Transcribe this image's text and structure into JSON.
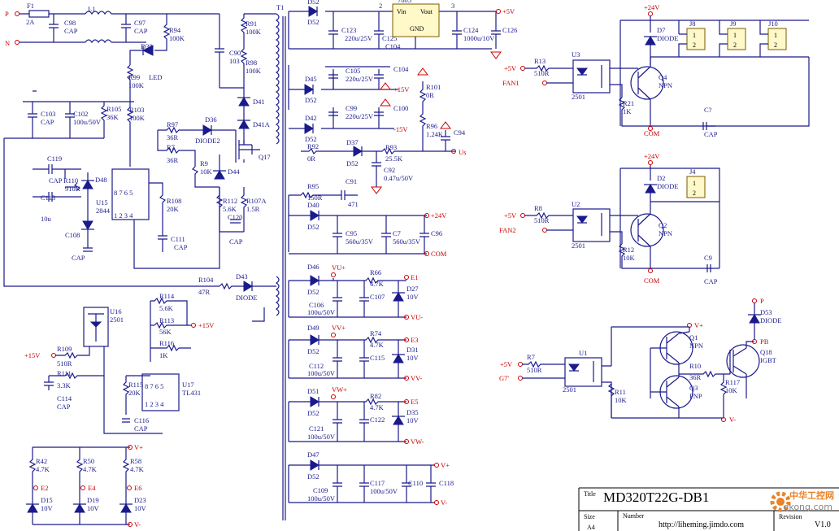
{
  "title_block": {
    "title_label": "Title",
    "title": "MD320T22G-DB1",
    "size_label": "Size",
    "size": "A4",
    "number_label": "Number",
    "number": "http://liheming.jimdo.com",
    "revision_label": "Revision",
    "revision": "V1.0"
  },
  "watermark": {
    "line1": "中华工控网",
    "line2": "gkong.com"
  },
  "left_top": {
    "p": "P",
    "n": "N",
    "f1": "F1",
    "f1v": "2A",
    "l1": "L1",
    "c98": "C98",
    "cap": "CAP",
    "c97": "C97",
    "r94": "R94",
    "r94v": "100K",
    "d38": "D38",
    "led": "LED",
    "r99": "R99",
    "r99v": "100K",
    "c103": "C103",
    "c102": "C102",
    "c102v": "100u/50V",
    "r105": "R105",
    "r105v": "36K",
    "r103": "R103",
    "r103v": "100K",
    "c119": "C119",
    "r110": "R110",
    "r110v": "910K",
    "d48": "D48",
    "c113": "C113",
    "c113v": "10u",
    "u15": "U15",
    "u15v": "2844",
    "c108": "C108",
    "r108": "R108",
    "r108v": "20K",
    "c111": "C111",
    "c90": "C90",
    "c90v": "103",
    "r91": "R91",
    "r91v": "100K",
    "r98": "R98",
    "r98v": "100K",
    "d41": "D41",
    "d41a": "D41A",
    "r97": "R97",
    "r97v": "36R",
    "d36": "D36",
    "diode2": "DIODE2",
    "r7": "R7",
    "r7v": "36R",
    "r9": "R9",
    "r9v": "10K",
    "d44": "D44",
    "q17": "Q17",
    "r112": "R112",
    "r112v": "5.6K",
    "r107a": "R107A",
    "r107av": "1.5R",
    "c120": "C120",
    "t1": "T1",
    "r104": "R104",
    "r104v": "47R",
    "d43": "D43",
    "diode": "DIODE",
    "u16": "U16",
    "u16v": "2501",
    "p15v": "+15V",
    "r109": "R109",
    "r109v": "510R",
    "r111": "R111",
    "r111v": "3.3K",
    "c114": "C114",
    "r114": "R114",
    "r114v": "5.6K",
    "r113": "R113",
    "r113v": "56K",
    "r116": "R116",
    "r116v": "1K",
    "r115": "R115",
    "r115v": "20K",
    "u17": "U17",
    "u17v": "TL431",
    "c116": "C116",
    "r42": "R42",
    "r42v": "4.7K",
    "r50": "R50",
    "r50v": "4.7K",
    "r58": "R58",
    "r58v": "4.7K",
    "e2": "E2",
    "e4": "E4",
    "e6": "E6",
    "vp": "V+",
    "vm": "V-",
    "d15": "D15",
    "d19": "D19",
    "d23": "D23",
    "z10v": "10V"
  },
  "mid": {
    "d52": "D52",
    "d45": "D45",
    "d42": "D42",
    "d37": "D37",
    "c123": "C123",
    "c123v": "220u/25V",
    "c105": "C105",
    "c105v": "220u/25V",
    "c99": "C99",
    "c99v": "220u/25V",
    "c125": "C125",
    "c104": "C104",
    "c100": "C100",
    "reg": "7805",
    "vin": "Vin",
    "vout": "Vout",
    "gnd": "GND",
    "n2": "2",
    "n3": "3",
    "p5v": "+5V",
    "c124": "C124",
    "c124v": "1000u/10V",
    "c126": "C126",
    "p15": "+15V",
    "m15": "-15V",
    "r101": "R101",
    "r101v": "0R",
    "r96": "R96",
    "r96v": "1.24K",
    "c94": "C94",
    "r92": "R92",
    "r92v": "0R",
    "r93": "R93",
    "r93v": "25.5K",
    "c92": "C92",
    "c92v": "0.47u/50V",
    "us": "Us",
    "r95": "R95",
    "r95v": "150R",
    "c91": "C91",
    "c91v": "471",
    "d40": "D40",
    "c95": "C95",
    "c95v": "560u/35V",
    "c7": "C7",
    "c7v": "560u/35V",
    "c96": "C96",
    "p24": "+24V",
    "com": "COM",
    "d46": "D46",
    "vup": "VU+",
    "vum": "VU-",
    "r66": "R66",
    "r66v": "4.7K",
    "e1": "E1",
    "d27": "D27",
    "c106": "C106",
    "c106v": "100u/50V",
    "c107": "C107",
    "d49": "D49",
    "vvp": "VV+",
    "vvm": "VV-",
    "r74": "R74",
    "r74v": "4.7K",
    "e3": "E3",
    "d31": "D31",
    "c112": "C112",
    "c112v": "100u/50V",
    "c115": "C115",
    "d51": "D51",
    "vwp": "VW+",
    "vwm": "VW-",
    "r82": "R82",
    "r82v": "4.7K",
    "e5": "E5",
    "d35": "D35",
    "c121": "C121",
    "c121v": "100u/50V",
    "c122": "C122",
    "d47": "D47",
    "c109": "C109",
    "c109v": "100u/50V",
    "c117": "C117",
    "c117v": "100u/50V",
    "c110": "C110",
    "c118": "C118"
  },
  "right": {
    "p24": "+24V",
    "d7": "D7",
    "j8": "J8",
    "j9": "J9",
    "j10": "J10",
    "one": "1",
    "two": "2",
    "p5v": "+5V",
    "r13": "R13",
    "r13v": "510R",
    "u3": "U3",
    "u3v": "2501",
    "fan1": "FAN1",
    "q4": "Q4",
    "npn": "NPN",
    "r21": "R21",
    "r21v": "1K",
    "com": "COM",
    "cq": "C?",
    "cap": "CAP",
    "diode": "DIODE",
    "d2": "D2",
    "j4": "J4",
    "r8": "R8",
    "r8v": "510R",
    "u2": "U2",
    "u2v": "2501",
    "fan2": "FAN2",
    "q2": "Q2",
    "r12": "R12",
    "r12v": "10K",
    "c9": "C9",
    "p": "P",
    "d53": "D53",
    "pb": "PB",
    "vp": "V+",
    "vm": "V-",
    "q1": "Q1",
    "q3": "Q3",
    "pnp": "PNP",
    "r10": "R10",
    "r10v": "36R",
    "r117": "R117",
    "r117v": "10K",
    "q18": "Q18",
    "igbt": "IGBT",
    "r7": "R7",
    "r7v": "510R",
    "u1": "U1",
    "u1v": "2501",
    "g7": "G7'",
    "r11": "R11",
    "r11v": "10K"
  },
  "colors": {
    "wire": "#1a1a8c",
    "power": "#cc0000",
    "part": "#fff8c8"
  }
}
